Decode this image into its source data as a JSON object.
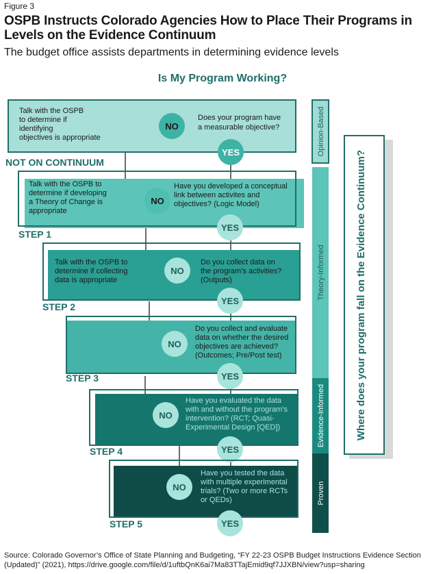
{
  "figure_label": "Figure 3",
  "title": "OSPB Instructs Colorado Agencies How to Place Their Programs in Levels on the Evidence Continuum",
  "subtitle": "The budget office assists departments in determining evidence levels",
  "question_title": "Is My Program Working?",
  "no_label": "NO",
  "yes_label": "YES",
  "steps": [
    {
      "step_label": "NOT ON CONTINUUM",
      "left_lines": [
        "Talk with the OSPB",
        "to determine if",
        "identifying",
        "objectives is appropriate"
      ],
      "right_lines": [
        "Does your program have",
        "a measurable objective?"
      ]
    },
    {
      "step_label": "STEP 1",
      "left_lines": [
        "Talk with the OSPB to",
        "determine if developing",
        "a Theory of Change is",
        "appropriate"
      ],
      "right_lines": [
        "Have you developed  a conceptual",
        "link between activites and",
        "objectives? (Logic Model)"
      ]
    },
    {
      "step_label": "STEP 2",
      "left_lines": [
        "Talk with the OSPB to",
        "determine if collecting",
        "data is appropriate"
      ],
      "right_lines": [
        "Do you collect data on",
        "the program’s activities?",
        "(Outputs)"
      ]
    },
    {
      "step_label": "STEP 3",
      "left_lines": [],
      "right_lines": [
        "Do you collect and evaluate",
        "data on whether the desired",
        "objectives are achieved?",
        "(Outcomes; Pre/Post test)"
      ]
    },
    {
      "step_label": "STEP 4",
      "left_lines": [],
      "right_lines": [
        "Have you evaluated the data",
        "with and without the program’s",
        "intervention? (RCT; Quasi-",
        "Experimental Design [QED])"
      ]
    },
    {
      "step_label": "STEP 5",
      "left_lines": [],
      "right_lines": [
        "Have you tested the data",
        "with multiple experimental",
        "trials? (Two or more RCTs",
        "or QEDs)"
      ]
    }
  ],
  "levels": [
    "Opinion-Based",
    "Theory-Informed",
    "Evidence-Informed",
    "Proven"
  ],
  "side_question": "Where does your program fall on the Evidence Continuum?",
  "source": "Source: Colorado Governor’s Office of State Planning and Budgeting, “FY 22-23 OSPB Budget Instructions Evidence Section (Updated)” (2021), https://drive.google.com/file/d/1uftbQnK6ai7Ma83TTajEmid9qf7JJXBN/view?usp=sharing",
  "colors": {
    "teal_dark": "#1f6e6a",
    "teal_text": "#1f6e6a",
    "level_opinion": "#9fdcd5",
    "level_theory": "#5cc4b8",
    "level_evidence": "#1a8a80",
    "level_proven": "#0f4f4b"
  }
}
